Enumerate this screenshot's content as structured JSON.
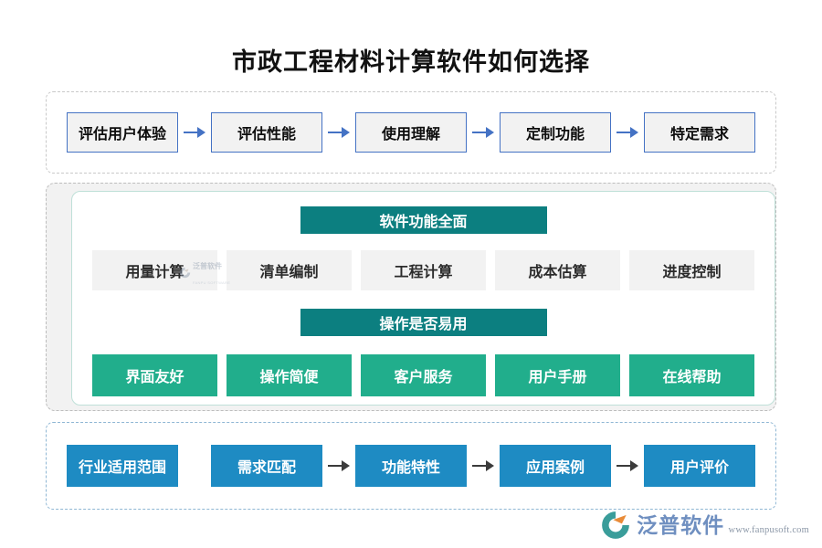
{
  "page": {
    "title": "市政工程材料计算软件如何选择",
    "background": "#ffffff"
  },
  "colors": {
    "arrow_blue": "#4472c4",
    "arrow_dark": "#3b3b3b",
    "chip_gray_fill": "#f2f2f2",
    "chip_gray_border": "#4472c4",
    "teal_bar": "#0c7f80",
    "green_cell": "#21ae8c",
    "blue_chip": "#1e8bc3",
    "logo_text": "#6f8fc0"
  },
  "flow_top": {
    "items": [
      {
        "label": "评估用户体验"
      },
      {
        "label": "评估性能"
      },
      {
        "label": "使用理解"
      },
      {
        "label": "定制功能"
      },
      {
        "label": "特定需求"
      }
    ],
    "arrow_glyph": "→"
  },
  "middle": {
    "group_one": {
      "heading": "软件功能全面",
      "items": [
        {
          "label": "用量计算"
        },
        {
          "label": "清单编制"
        },
        {
          "label": "工程计算"
        },
        {
          "label": "成本估算"
        },
        {
          "label": "进度控制"
        }
      ]
    },
    "group_two": {
      "heading": "操作是否易用",
      "items": [
        {
          "label": "界面友好"
        },
        {
          "label": "操作简便"
        },
        {
          "label": "客户服务"
        },
        {
          "label": "用户手册"
        },
        {
          "label": "在线帮助"
        }
      ]
    },
    "watermark": {
      "cn": "泛普软件",
      "en": "FANPU SOFTWARE"
    }
  },
  "flow_bottom": {
    "items": [
      {
        "label": "行业适用范围",
        "arrow_after": false
      },
      {
        "label": "需求匹配",
        "arrow_after": true
      },
      {
        "label": "功能特性",
        "arrow_after": true
      },
      {
        "label": "应用案例",
        "arrow_after": true
      },
      {
        "label": "用户评价",
        "arrow_after": false
      }
    ]
  },
  "brand": {
    "name": "泛普软件",
    "url": "www.fanpusoft.com"
  }
}
